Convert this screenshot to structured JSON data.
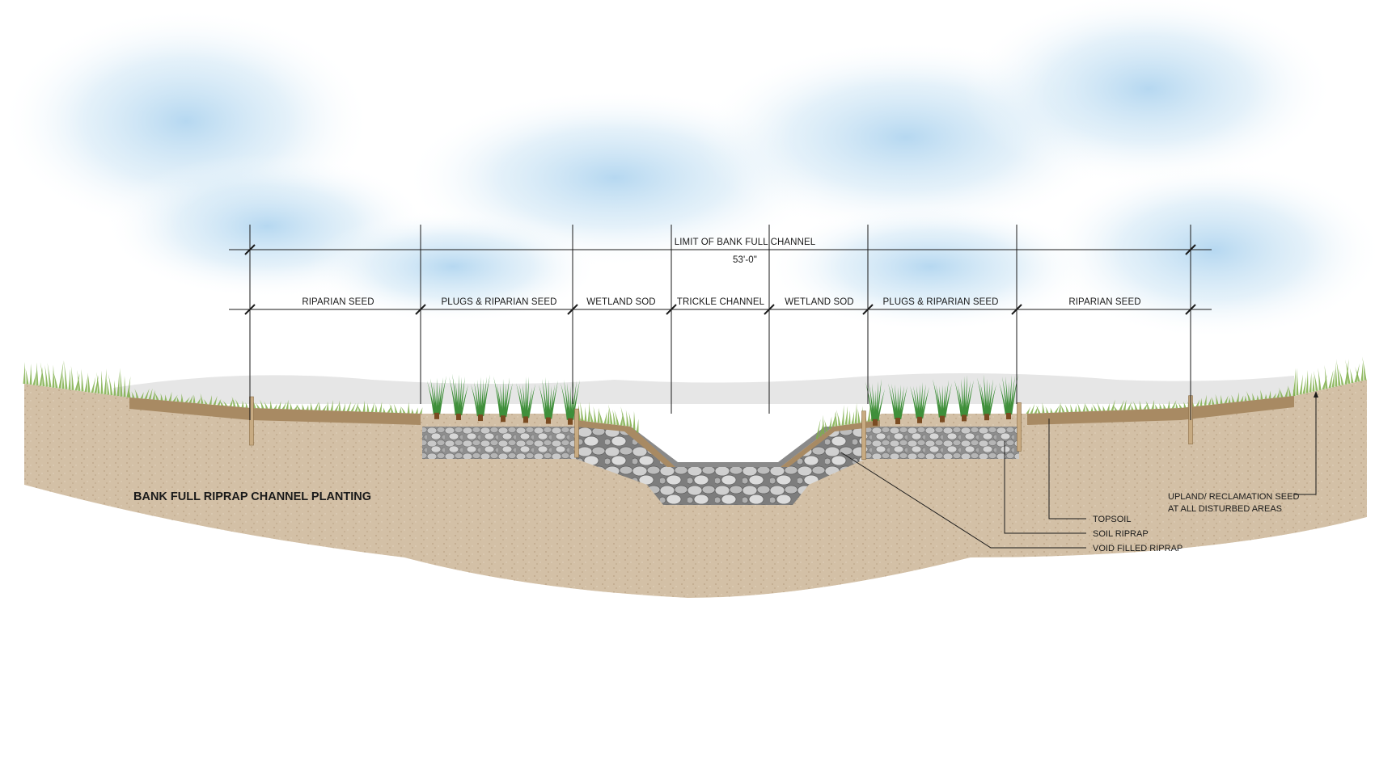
{
  "title": "BANK FULL RIPRAP CHANNEL PLANTING",
  "overall_dimension": {
    "label": "LIMIT OF BANK FULL CHANNEL",
    "value": "53'-0\""
  },
  "zones": [
    {
      "label": "RIPARIAN SEED"
    },
    {
      "label": "PLUGS & RIPARIAN SEED"
    },
    {
      "label": "WETLAND SOD"
    },
    {
      "label": "TRICKLE CHANNEL"
    },
    {
      "label": "WETLAND SOD"
    },
    {
      "label": "PLUGS & RIPARIAN SEED"
    },
    {
      "label": "RIPARIAN SEED"
    }
  ],
  "callouts": {
    "topsoil": "TOPSOIL",
    "soil_riprap": "SOIL RIPRAP",
    "void_filled_riprap": "VOID FILLED RIPRAP",
    "upland_line1": "UPLAND/ RECLAMATION SEED",
    "upland_line2": "AT ALL DISTURBED AREAS"
  },
  "colors": {
    "sky": "#bcdcf0",
    "soil": "#d2bfa6",
    "topsoil": "#a88a63",
    "riprap": "#9a9a9a",
    "grass": "#7fae4a",
    "plug": "#3f8f3a",
    "line": "#1a1a1a"
  }
}
